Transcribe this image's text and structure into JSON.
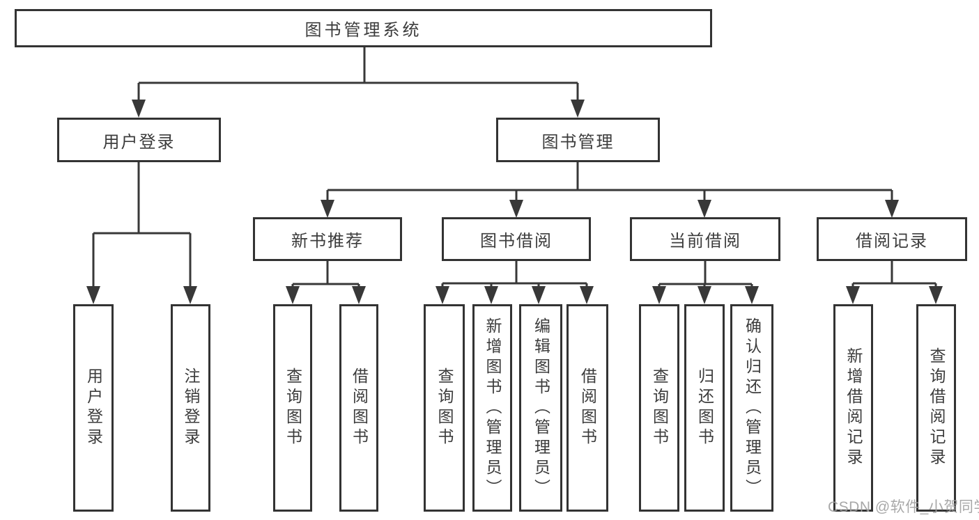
{
  "diagram": {
    "root": {
      "label": "图书管理系统"
    },
    "level2": [
      {
        "label": "用户登录"
      },
      {
        "label": "图书管理"
      }
    ],
    "level3": [
      {
        "label": "新书推荐"
      },
      {
        "label": "图书借阅"
      },
      {
        "label": "当前借阅"
      },
      {
        "label": "借阅记录"
      }
    ],
    "leaves": [
      {
        "label": "用户登录",
        "parent": "用户登录"
      },
      {
        "label": "注销登录",
        "parent": "用户登录"
      },
      {
        "label": "查询图书",
        "parent": "新书推荐"
      },
      {
        "label": "借阅图书",
        "parent": "新书推荐"
      },
      {
        "label": "查询图书",
        "parent": "图书借阅"
      },
      {
        "label": "新增图书（管理员）",
        "parent": "图书借阅"
      },
      {
        "label": "编辑图书（管理员）",
        "parent": "图书借阅"
      },
      {
        "label": "借阅图书",
        "parent": "图书借阅"
      },
      {
        "label": "查询图书",
        "parent": "当前借阅"
      },
      {
        "label": "归还图书",
        "parent": "当前借阅"
      },
      {
        "label": "确认归还（管理员）",
        "parent": "当前借阅"
      },
      {
        "label": "新增借阅记录",
        "parent": "借阅记录"
      },
      {
        "label": "查询借阅记录",
        "parent": "借阅记录"
      }
    ]
  },
  "watermark": {
    "text": "CSDN @软件_小贺同学"
  },
  "colors": {
    "line": "#383838",
    "box_border": "#333333",
    "box_background": "#ffffff",
    "text": "#3c3c3c",
    "watermark": "#9e9e9e",
    "page_background": "#ffffff"
  }
}
